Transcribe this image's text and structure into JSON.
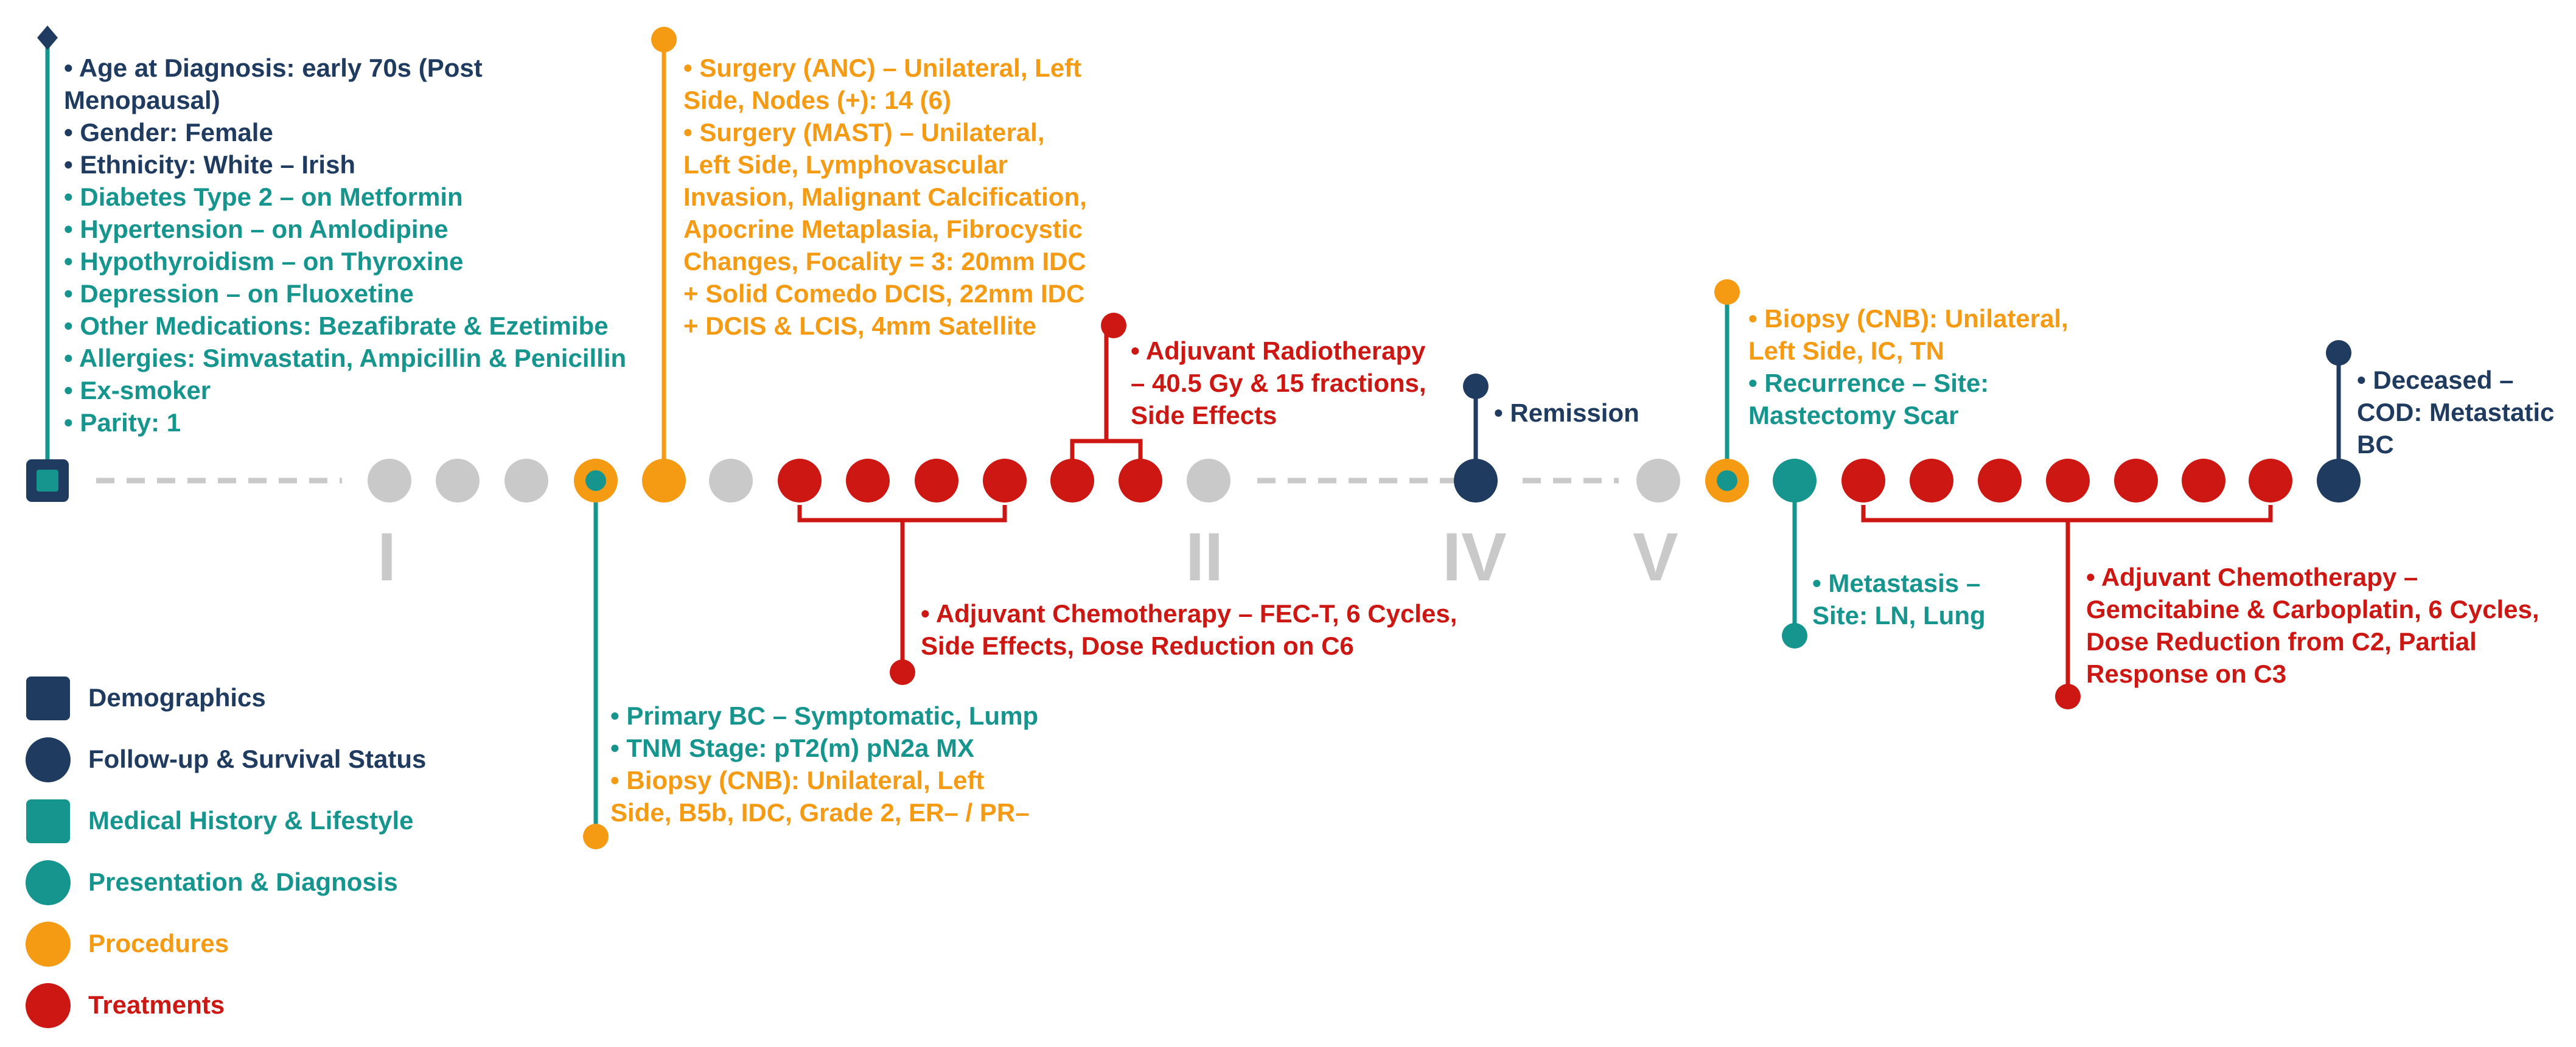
{
  "colors": {
    "demographics": "#1f3b60",
    "followup": "#1f3b60",
    "medical": "#16958f",
    "presentation": "#16958f",
    "procedures": "#f59a13",
    "treatments": "#cc1713",
    "inactive": "#c9c9c9"
  },
  "stages": [
    "I",
    "II",
    "IV",
    "V"
  ],
  "notes": {
    "demographics": {
      "lines_navy": [
        "• Age at Diagnosis: early 70s (Post",
        "Menopausal)",
        "• Gender: Female",
        "• Ethnicity: White – Irish"
      ],
      "lines_teal": [
        "• Diabetes Type 2 – on Metformin",
        "• Hypertension – on Amlodipine",
        "• Hypothyroidism – on Thyroxine",
        "• Depression – on Fluoxetine",
        "• Other Medications: Bezafibrate & Ezetimibe",
        "• Allergies: Simvastatin, Ampicillin & Penicillin",
        "• Ex-smoker",
        "• Parity: 1"
      ]
    },
    "surgery": {
      "lines": [
        "• Surgery (ANC) – Unilateral, Left",
        "Side, Nodes (+): 14 (6)",
        "• Surgery (MAST) – Unilateral,",
        "Left Side, Lymphovascular",
        "Invasion, Malignant Calcification,",
        "Apocrine Metaplasia, Fibrocystic",
        "Changes, Focality = 3: 20mm IDC",
        "+ Solid Comedo DCIS, 22mm IDC",
        "+ DCIS & LCIS, 4mm Satellite"
      ]
    },
    "radiotherapy": {
      "lines": [
        "• Adjuvant Radiotherapy",
        "– 40.5 Gy & 15 fractions,",
        "Side Effects"
      ]
    },
    "remission": {
      "lines": [
        "• Remission"
      ]
    },
    "recurrence": {
      "lines_orange": [
        "• Biopsy (CNB): Unilateral,",
        "Left Side, IC, TN"
      ],
      "lines_teal": [
        "• Recurrence – Site:",
        "Mastectomy Scar"
      ]
    },
    "deceased": {
      "lines": [
        "• Deceased –",
        "COD: Metastatic",
        "BC"
      ]
    },
    "chemo1": {
      "lines": [
        "• Adjuvant Chemotherapy – FEC-T, 6 Cycles,",
        "Side Effects, Dose Reduction on C6"
      ]
    },
    "diagnosis": {
      "lines_teal": [
        "• Primary BC – Symptomatic, Lump",
        "• TNM Stage: pT2(m) pN2a MX"
      ],
      "lines_orange": [
        "• Biopsy (CNB): Unilateral, Left",
        "Side, B5b, IDC, Grade 2, ER– / PR–"
      ]
    },
    "metastasis": {
      "lines": [
        "• Metastasis –",
        "Site: LN, Lung"
      ]
    },
    "chemo2": {
      "lines": [
        "• Adjuvant Chemotherapy –",
        "Gemcitabine & Carboplatin, 6 Cycles,",
        "Dose Reduction from C2, Partial",
        "Response on C3"
      ]
    }
  },
  "legend": [
    {
      "label": "Demographics",
      "shape": "square",
      "color": "#1f3b60"
    },
    {
      "label": "Follow-up & Survival Status",
      "shape": "circle",
      "color": "#1f3b60"
    },
    {
      "label": "Medical History & Lifestyle",
      "shape": "square",
      "color": "#16958f"
    },
    {
      "label": "Presentation & Diagnosis",
      "shape": "circle",
      "color": "#16958f"
    },
    {
      "label": "Procedures",
      "shape": "circle",
      "color": "#f59a13"
    },
    {
      "label": "Treatments",
      "shape": "circle",
      "color": "#cc1713"
    }
  ]
}
